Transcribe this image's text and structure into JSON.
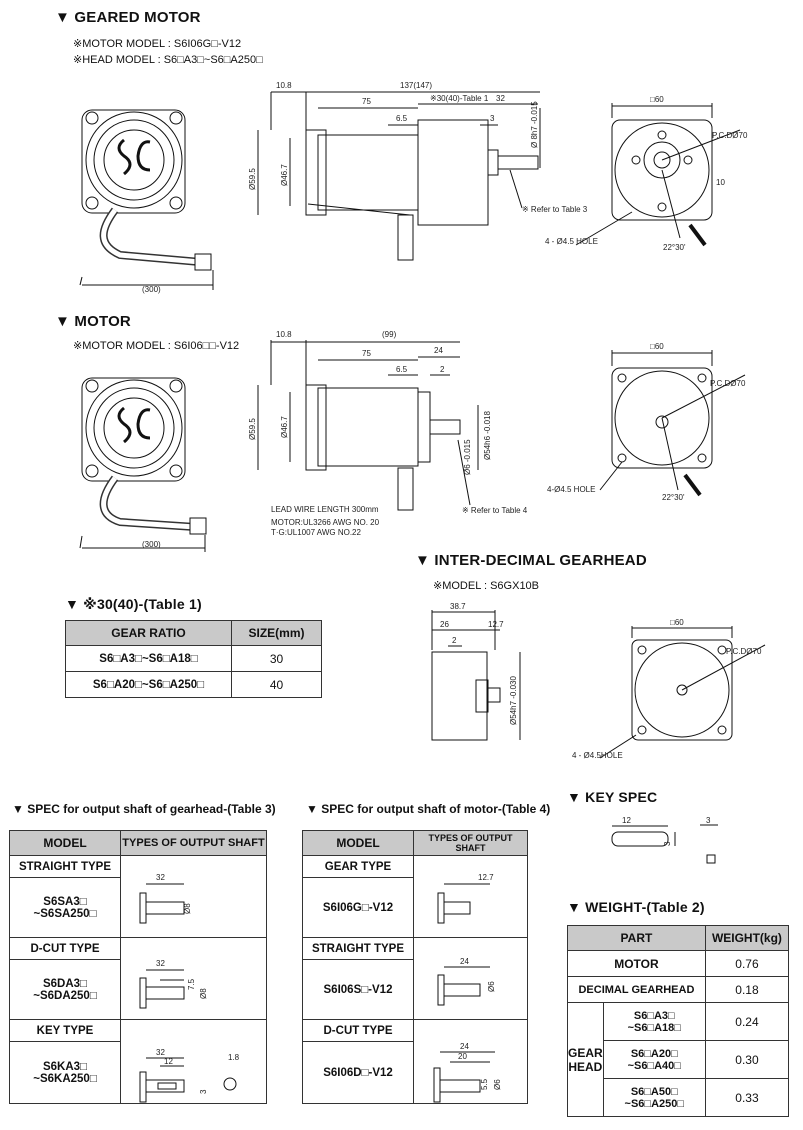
{
  "geared_motor": {
    "title": "▼ GEARED MOTOR",
    "motor_model": "※MOTOR MODEL : S6I06G□-V12",
    "head_model": "※HEAD MODEL : S6□A3□~S6□A250□",
    "dims": {
      "d1": "10.8",
      "d2": "137(147)",
      "d3": "75",
      "d4": "※30(40)-Table 1",
      "d5": "32",
      "d6": "6.5",
      "d7": "3",
      "dia1": "Ø59.5",
      "dia2": "Ø46.7",
      "shaft": "Ø 8h7 -0.015",
      "cable": "(300)",
      "ref": "※ Refer to Table 3",
      "sq": "□60",
      "pcd": "P.C.DØ70",
      "hole": "4 - Ø4.5 HOLE",
      "ang": "22°30'",
      "ten": "10"
    }
  },
  "motor": {
    "title": "▼ MOTOR",
    "motor_model": "※MOTOR MODEL : S6I06□□-V12",
    "dims": {
      "d1": "10.8",
      "d2": "(99)",
      "d3": "75",
      "d4": "24",
      "d6": "6.5",
      "d7": "2",
      "dia1": "Ø59.5",
      "dia2": "Ø46.7",
      "shaft": "Ø54h6 -0.018",
      "shaft2": "Ø6 -0.015",
      "cable": "(300)",
      "ref": "※ Refer to Table 4",
      "sq": "□60",
      "pcd": "P.C.DØ70",
      "hole": "4-Ø4.5 HOLE",
      "ang": "22°30'"
    },
    "notes": [
      "LEAD WIRE LENGTH 300mm",
      "MOTOR:UL3266 AWG NO. 20",
      "T·G:UL1007 AWG NO.22"
    ]
  },
  "inter_decimal": {
    "title": "▼ INTER-DECIMAL GEARHEAD",
    "model": "※MODEL : S6GX10B",
    "dims": {
      "d1": "38.7",
      "d2": "26",
      "d3": "12.7",
      "d4": "2",
      "dia": "Ø54h7 -0.030",
      "sq": "□60",
      "pcd": "P.C.DØ70",
      "hole": "4 - Ø4.5HOLE"
    }
  },
  "table1": {
    "title": "▼  ※30(40)-(Table 1)",
    "headers": [
      "GEAR RATIO",
      "SIZE(mm)"
    ],
    "rows": [
      [
        "S6□A3□~S6□A18□",
        "30"
      ],
      [
        "S6□A20□~S6□A250□",
        "40"
      ]
    ]
  },
  "table3": {
    "title": "▼ SPEC for output shaft of gearhead-(Table 3)",
    "headers": [
      "MODEL",
      "TYPES OF OUTPUT SHAFT"
    ],
    "groups": [
      {
        "type": "STRAIGHT TYPE",
        "model1": "S6SA3□",
        "model2": "~S6SA250□"
      },
      {
        "type": "D-CUT TYPE",
        "model1": "S6DA3□",
        "model2": "~S6DA250□"
      },
      {
        "type": "KEY TYPE",
        "model1": "S6KA3□",
        "model2": "~S6KA250□"
      }
    ],
    "dims": {
      "a": "32",
      "b": "Ø8",
      "c": "7.5",
      "d": "12",
      "e": "1.8",
      "f": "3"
    }
  },
  "table4": {
    "title": "▼ SPEC for output shaft of motor-(Table 4)",
    "headers": [
      "MODEL",
      "TYPES OF OUTPUT SHAFT"
    ],
    "groups": [
      {
        "type": "GEAR TYPE",
        "model": "S6I06G□-V12"
      },
      {
        "type": "STRAIGHT TYPE",
        "model": "S6I06S□-V12"
      },
      {
        "type": "D-CUT TYPE",
        "model": "S6I06D□-V12"
      }
    ],
    "dims": {
      "a": "12.7",
      "b": "24",
      "c": "Ø6",
      "d": "20",
      "e": "5.5"
    }
  },
  "key_spec": {
    "title": "▼ KEY SPEC",
    "dims": {
      "a": "12",
      "b": "3",
      "c": "3"
    }
  },
  "table2": {
    "title": "▼ WEIGHT-(Table 2)",
    "headers": [
      "PART",
      "WEIGHT(kg)"
    ],
    "rows": [
      {
        "part": "MOTOR",
        "weight": "0.76"
      },
      {
        "part": "DECIMAL GEARHEAD",
        "weight": "0.18"
      }
    ],
    "gear_head_label": "GEAR HEAD",
    "gear_rows": [
      {
        "m1": "S6□A3□",
        "m2": "~S6□A18□",
        "weight": "0.24"
      },
      {
        "m1": "S6□A20□",
        "m2": "~S6□A40□",
        "weight": "0.30"
      },
      {
        "m1": "S6□A50□",
        "m2": "~S6□A250□",
        "weight": "0.33"
      }
    ]
  }
}
